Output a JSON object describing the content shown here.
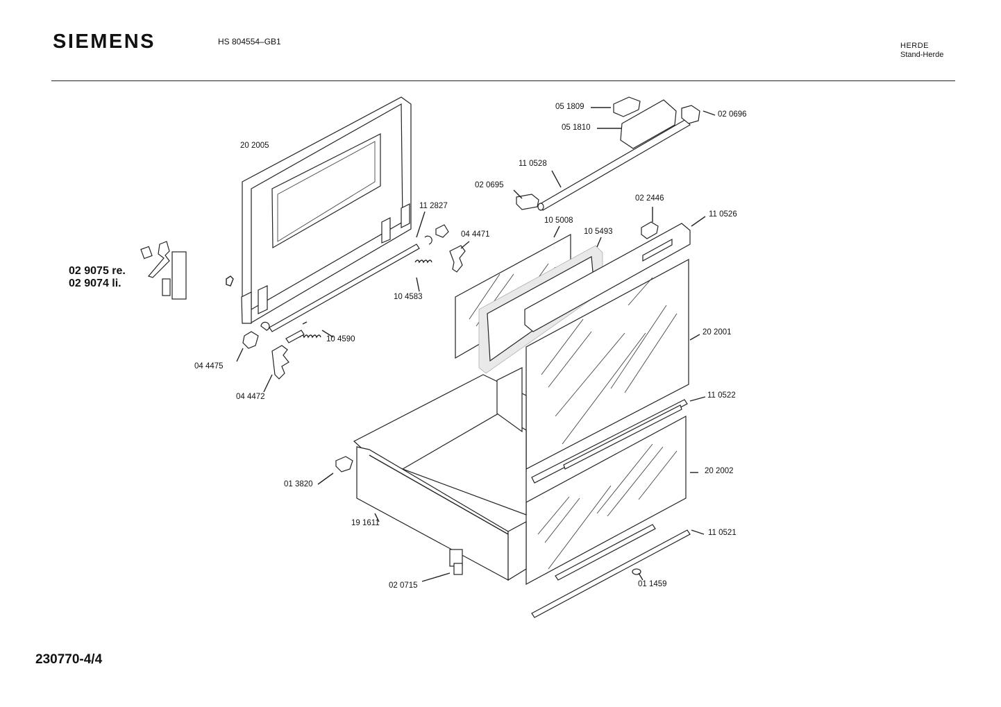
{
  "header": {
    "brand": "SIEMENS",
    "model": "HS 804554–GB1",
    "category_line1": "HERDE",
    "category_line2": "Stand-Herde"
  },
  "hinge_set": {
    "line1": "02 9075 re.",
    "line2": "02 9074 li."
  },
  "parts": {
    "p_051809": "05 1809",
    "p_051810": "05 1810",
    "p_020696": "02 0696",
    "p_202005": "20 2005",
    "p_110528": "11 0528",
    "p_020695": "02 0695",
    "p_022446": "02 2446",
    "p_112827": "11 2827",
    "p_110526": "11 0526",
    "p_105008": "10 5008",
    "p_105493": "10 5493",
    "p_044471": "04 4471",
    "p_104583": "10 4583",
    "p_202001": "20 2001",
    "p_104590": "10 4590",
    "p_044475": "04 4475",
    "p_044472": "04 4472",
    "p_110522": "11 0522",
    "p_202002": "20 2002",
    "p_013820": "01 3820",
    "p_191611": "19 1611",
    "p_110521": "11 0521",
    "p_020715": "02 0715",
    "p_011459": "01 1459"
  },
  "footer": {
    "document_number": "230770-4/4"
  }
}
